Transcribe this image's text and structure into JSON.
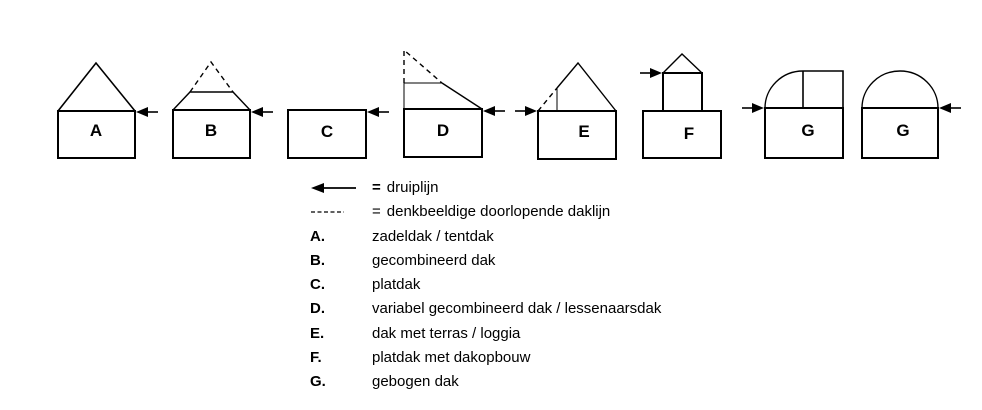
{
  "houses": {
    "labels": [
      "A",
      "B",
      "C",
      "D",
      "E",
      "F",
      "G",
      "G"
    ]
  },
  "legend": {
    "symbol_rows": [
      {
        "symbol": "druiplijn-arrow",
        "eq": "=",
        "text": "druiplijn"
      },
      {
        "symbol": "dashed-roofline",
        "eq": "=",
        "text": "denkbeeldige doorlopende daklijn"
      }
    ],
    "entries": [
      {
        "key": "A.",
        "text": "zadeldak / tentdak"
      },
      {
        "key": "B.",
        "text": "gecombineerd dak"
      },
      {
        "key": "C.",
        "text": "platdak"
      },
      {
        "key": "D.",
        "text": "variabel gecombineerd dak / lessenaarsdak"
      },
      {
        "key": "E.",
        "text": "dak met terras / loggia"
      },
      {
        "key": "F.",
        "text": "platdak met dakopbouw"
      },
      {
        "key": "G.",
        "text": "gebogen dak"
      }
    ]
  },
  "colors": {
    "line": "#000000",
    "background": "#ffffff"
  }
}
